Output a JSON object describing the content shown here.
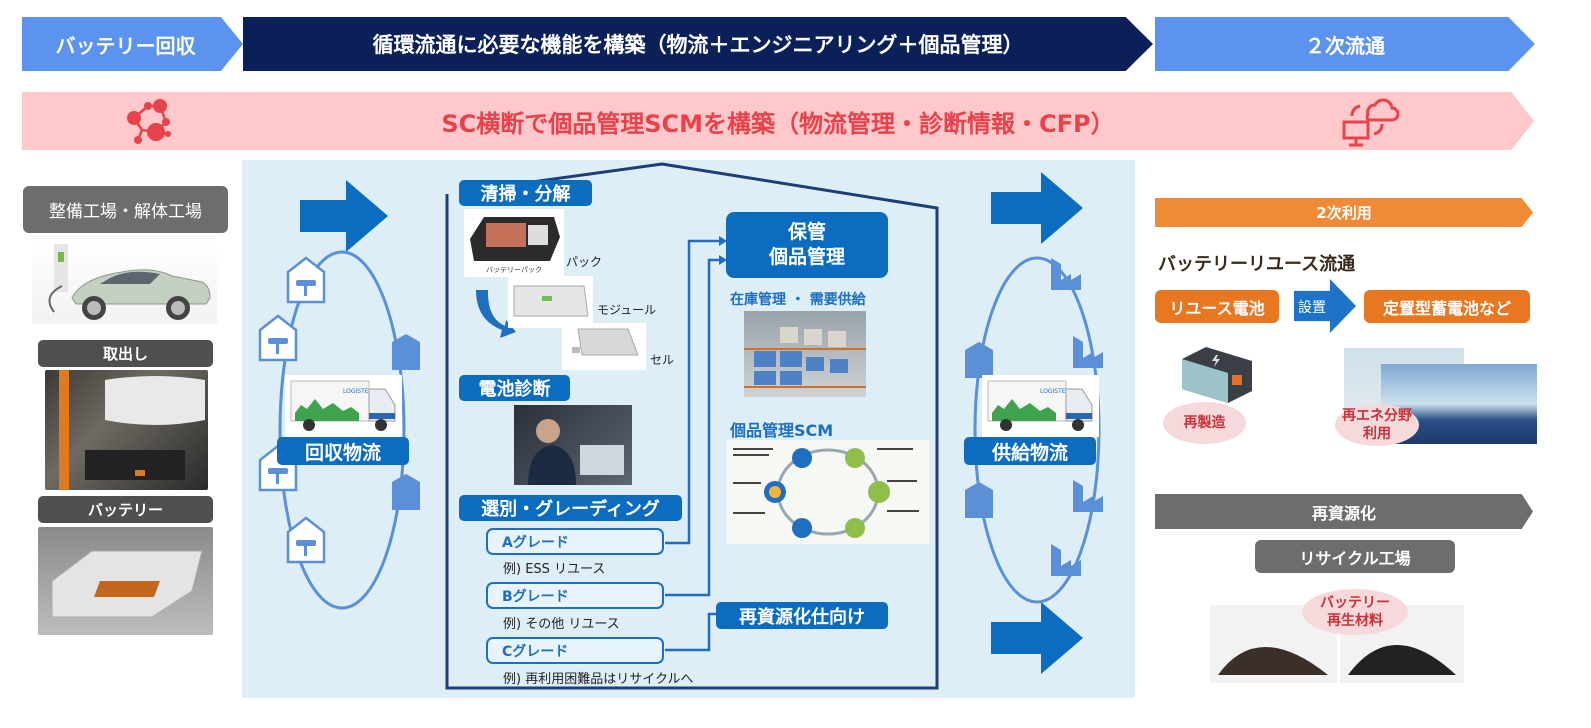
{
  "header": {
    "stage1": "バッテリー回収",
    "stage2": "循環流通に必要な機能を構築（物流＋エンジニアリング＋個品管理）",
    "stage3": "２次流通"
  },
  "scm_banner": {
    "text": "SC横断で個品管理SCMを構築（物流管理・診断情報・CFP）",
    "left_icon": "network-people-icon",
    "right_icon": "computer-cloud-sync-icon"
  },
  "left_column": {
    "factory_label": "整備工場・解体工場",
    "removal_label": "取出し",
    "battery_label": "バッテリー"
  },
  "collection_logistics": {
    "label": "回収物流",
    "truck_brand": "LOGISTEED"
  },
  "engineering": {
    "cleaning_title": "清掃・分解",
    "pack_caption": "バッテリーパック",
    "pack_label": "パック",
    "module_label": "モジュール",
    "cell_label": "セル",
    "diagnosis_title": "電池診断",
    "grading_title": "選別・グレーディング",
    "grades": [
      {
        "label": "Aグレード",
        "example": "例) ESS リユース"
      },
      {
        "label": "Bグレード",
        "example": "例) その他 リユース"
      },
      {
        "label": "Cグレード",
        "example": "例) 再利用困難品はリサイクルへ"
      }
    ]
  },
  "storage": {
    "title_line1": "保管",
    "title_line2": "個品管理",
    "inventory_label": "在庫管理 ・ 需要供給",
    "scm_label": "個品管理SCM",
    "recycling_prep": "再資源化仕向け"
  },
  "supply_logistics": {
    "label": "供給物流",
    "truck_brand": "LOGISTEED"
  },
  "secondary_use": {
    "banner": "2次利用",
    "title": "バッテリーリユース流通",
    "reuse_battery": "リユース電池",
    "install_label": "設置",
    "stationary": "定置型蓄電池など",
    "remanufacture": "再製造",
    "renewable_line1": "再エネ分野",
    "renewable_line2": "利用"
  },
  "recycling": {
    "banner": "再資源化",
    "factory": "リサイクル工場",
    "material_line1": "バッテリー",
    "material_line2": "再生材料"
  },
  "colors": {
    "navy": "#0b2059",
    "light_blue": "#5b93ee",
    "pink_band": "#ffc9cc",
    "pink_text": "#e8424a",
    "main_blue": "#0b6cc0",
    "panel_bg": "#ddeef6",
    "orange": "#e87722",
    "gray": "#6d6d6d"
  }
}
